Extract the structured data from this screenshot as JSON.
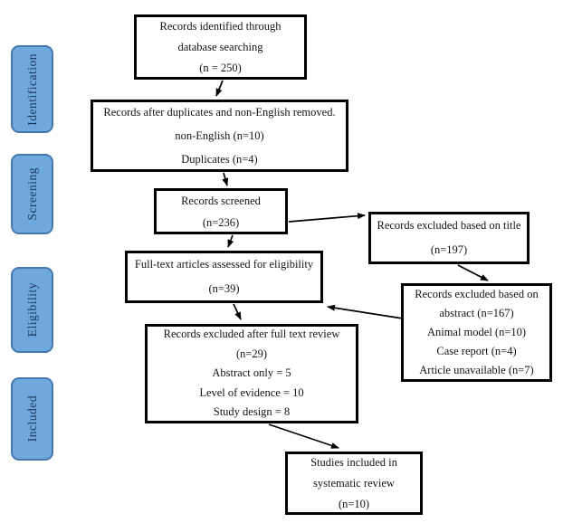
{
  "colors": {
    "background": "#ffffff",
    "box_border": "#000000",
    "stage_fill": "#6fa8dc",
    "stage_border": "#4678ae",
    "stage_text": "#17365d"
  },
  "sidebar": {
    "stages": [
      {
        "label": "Identification"
      },
      {
        "label": "Screening"
      },
      {
        "label": "Eligibility"
      },
      {
        "label": "Included"
      }
    ]
  },
  "boxes": {
    "identified": {
      "lines": [
        "Records identified through",
        "database searching",
        "(n = 250)"
      ]
    },
    "deduplicated": {
      "lines": [
        "Records after duplicates and non-English removed.",
        "non-English (n=10)",
        "Duplicates (n=4)"
      ]
    },
    "screened": {
      "lines": [
        "Records screened",
        "(n=236)"
      ]
    },
    "excluded_title": {
      "lines": [
        "Records excluded based on title",
        "(n=197)"
      ]
    },
    "fulltext_assessed": {
      "lines": [
        "Full-text articles assessed for eligibility",
        "(n=39)"
      ]
    },
    "excluded_abstract": {
      "lines": [
        "Records excluded based on",
        "abstract (n=167)",
        "Animal model (n=10)",
        "Case report (n=4)",
        "Article unavailable (n=7)"
      ]
    },
    "excluded_fulltext_review": {
      "lines": [
        "Records excluded after full text review",
        "(n=29)",
        "Abstract only = 5",
        "Level of evidence = 10",
        "Study design = 8"
      ]
    },
    "included_studies": {
      "lines": [
        "Studies included in",
        "systematic review",
        "(n=10)"
      ]
    }
  }
}
